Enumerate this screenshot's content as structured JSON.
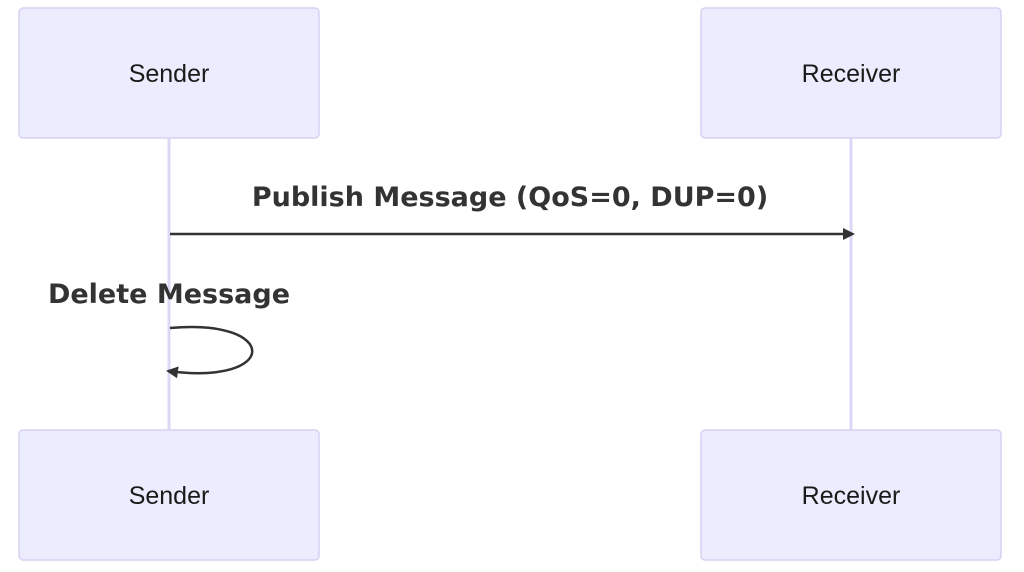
{
  "participants": {
    "sender": {
      "label": "Sender"
    },
    "receiver": {
      "label": "Receiver"
    }
  },
  "messages": [
    {
      "from": "sender",
      "to": "receiver",
      "label": "Publish Message (QoS=0, DUP=0)"
    },
    {
      "from": "sender",
      "to": "sender",
      "label": "Delete Message"
    }
  ],
  "colors": {
    "actor_fill": "#ececff",
    "actor_border": "#d9d2f3",
    "lifeline": "#ddd6f5",
    "arrow": "#333333",
    "text": "#333333"
  }
}
